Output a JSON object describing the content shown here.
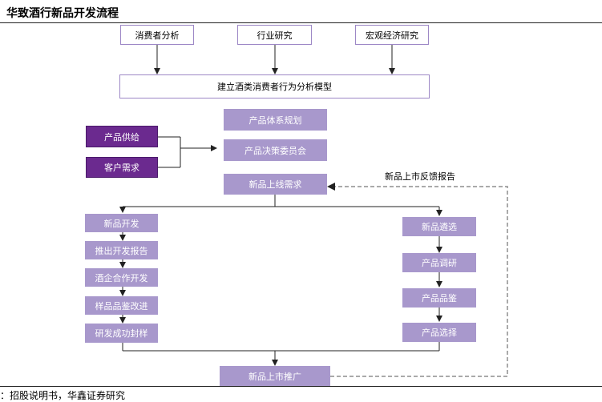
{
  "title": "华致酒行新品开发流程",
  "source": "：招股说明书，华鑫证券研究",
  "inputs": [
    "消费者分析",
    "行业研究",
    "宏观经济研究"
  ],
  "model": "建立酒类消费者行为分析模型",
  "supply": "产品供给",
  "demand": "客户需求",
  "system_plan": "产品体系规划",
  "committee": "产品决策委员会",
  "launch_demand": "新品上线需求",
  "dev_steps": [
    "新品开发",
    "推出开发报告",
    "酒企合作开发",
    "样品品鉴改进",
    "研发成功封样"
  ],
  "sel_steps": [
    "新品遴选",
    "产品调研",
    "产品品鉴",
    "产品选择"
  ],
  "market": "新品上市推广",
  "feedback": "新品上市反馈报告"
}
